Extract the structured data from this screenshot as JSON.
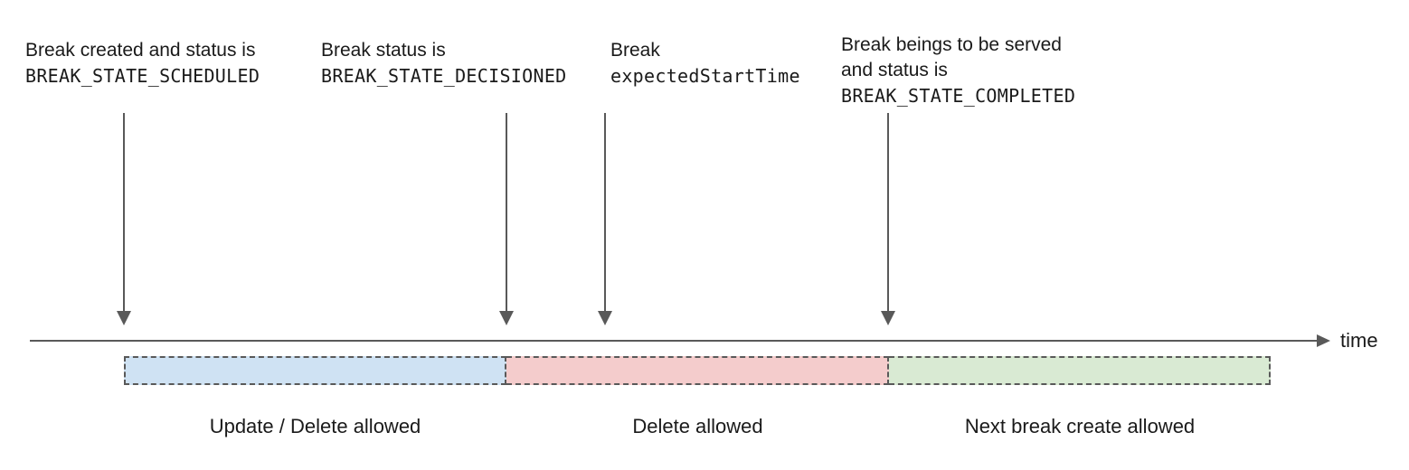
{
  "diagram": {
    "annotations": [
      {
        "lines": [
          "Break created and status is",
          "BREAK_STATE_SCHEDULED"
        ]
      },
      {
        "lines": [
          "Break status is",
          "BREAK_STATE_DECISIONED"
        ]
      },
      {
        "lines": [
          "Break",
          "expectedStartTime"
        ]
      },
      {
        "lines": [
          "Break beings to be served",
          "and status is",
          "BREAK_STATE_COMPLETED"
        ]
      }
    ],
    "axis_label": "time",
    "segments": [
      {
        "label": "Update / Delete allowed",
        "color": "#cfe2f3"
      },
      {
        "label": "Delete allowed",
        "color": "#f4cccc"
      },
      {
        "label": "Next break create allowed",
        "color": "#d9ead3"
      }
    ],
    "colors": {
      "line": "#595959",
      "text": "#1a1a1a",
      "dashed_border": "#595959"
    }
  }
}
